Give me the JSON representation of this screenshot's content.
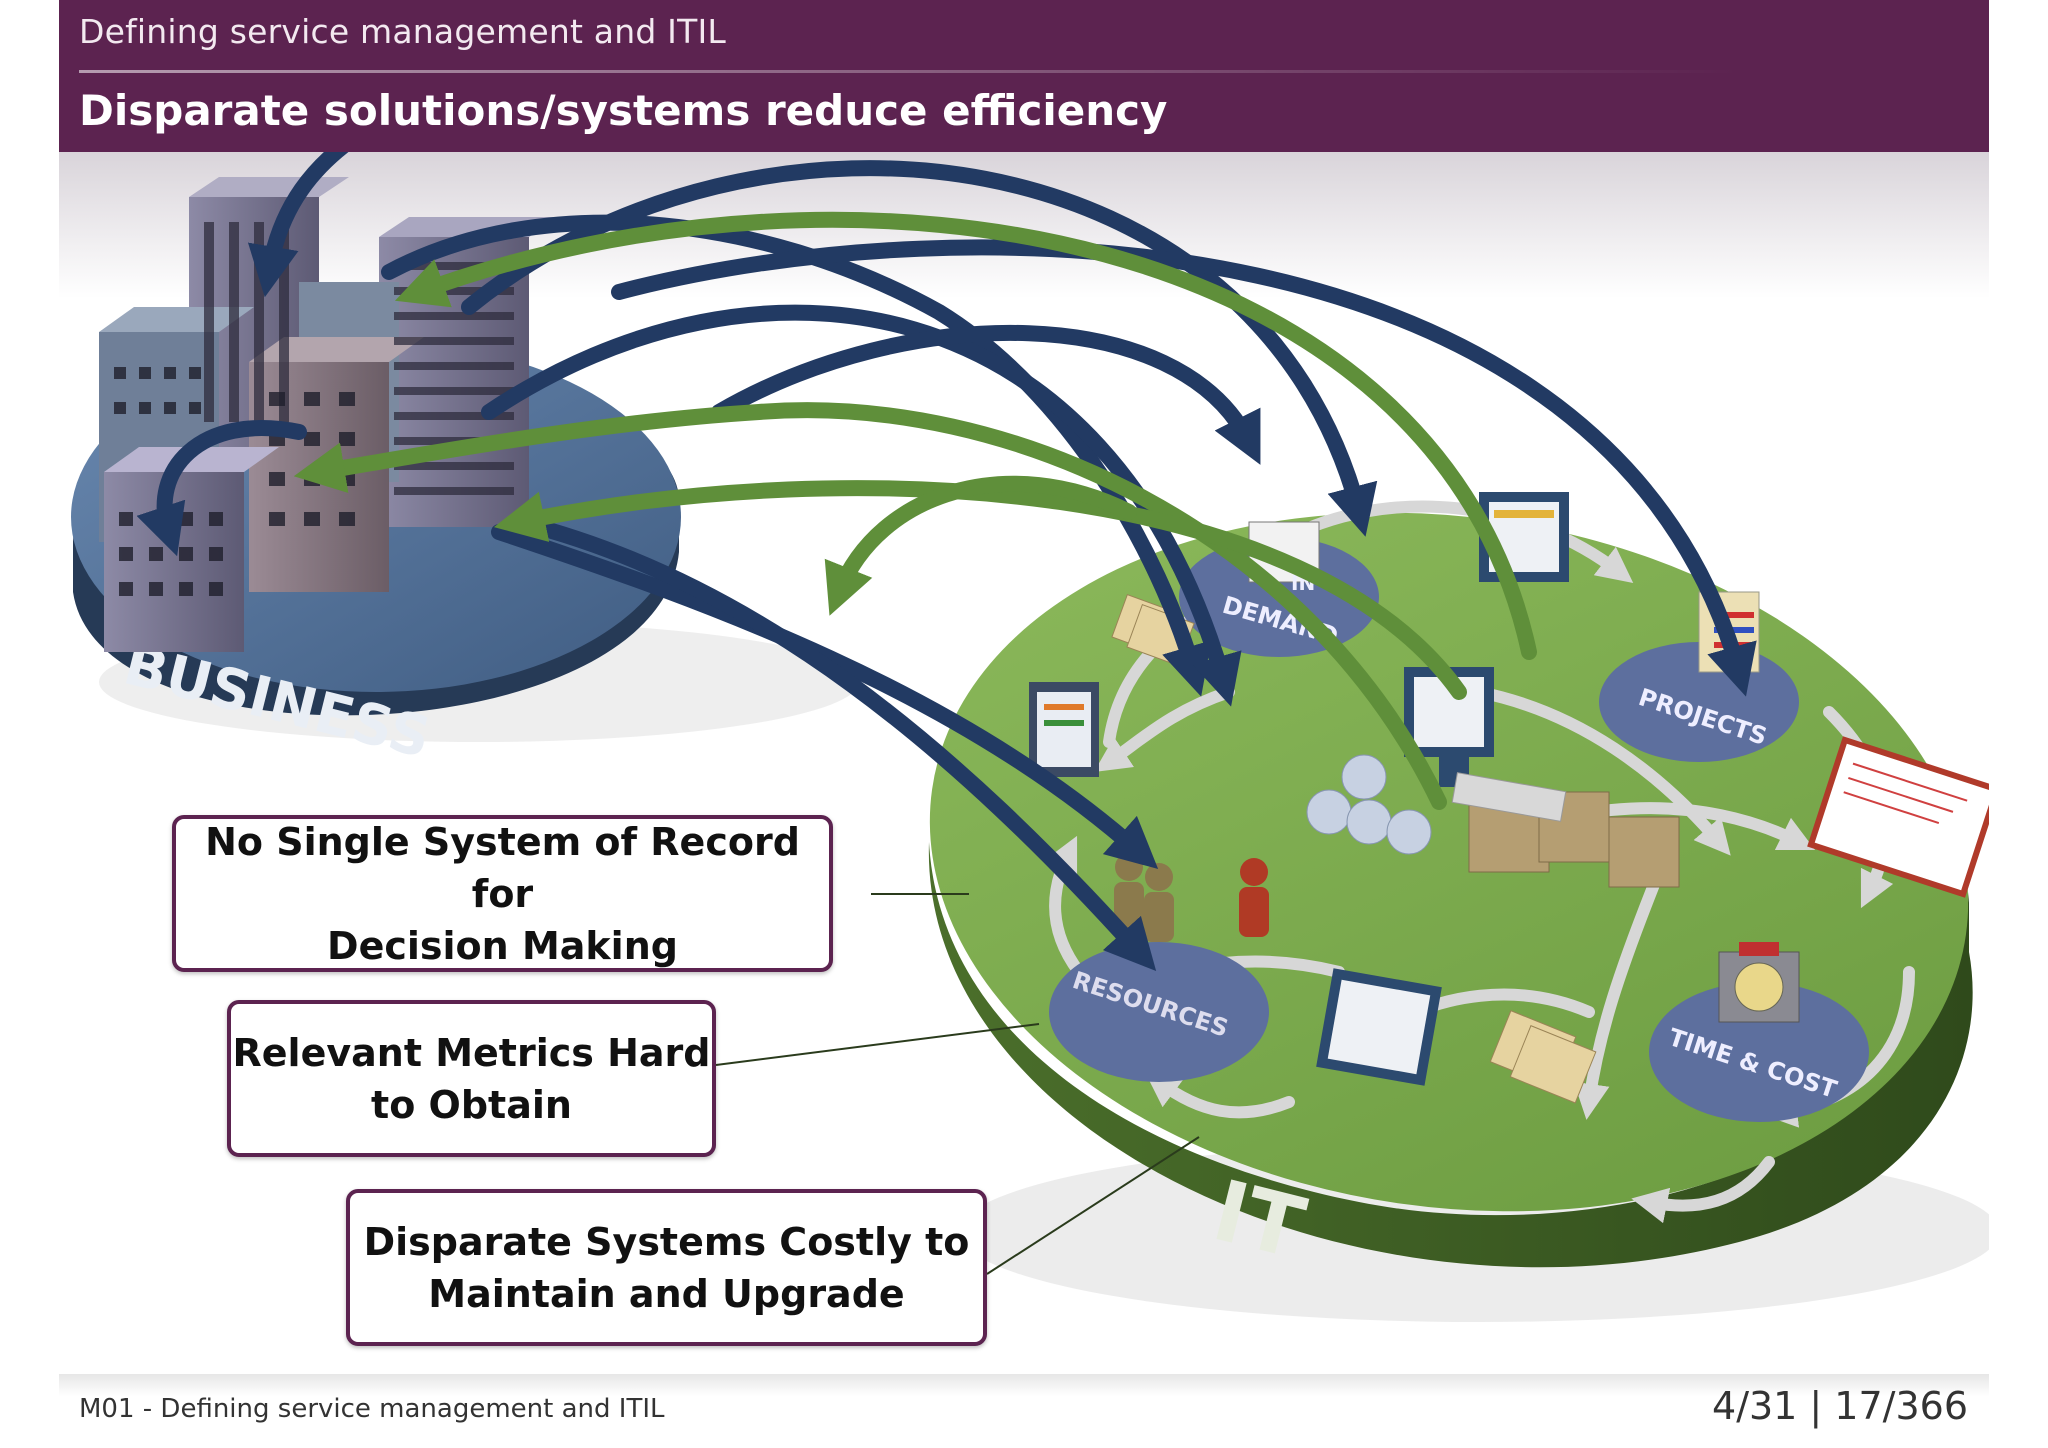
{
  "header": {
    "section_title": "Defining service management and ITIL",
    "page_title": "Disparate solutions/systems reduce efficiency"
  },
  "diagram": {
    "business_label": "BUSINESS",
    "it_label": "IT",
    "nodes": {
      "demand": [
        "IN",
        "DEMAND"
      ],
      "projects": "PROJECTS",
      "resources": "RESOURCES",
      "time_cost": "TIME & COST"
    },
    "colors": {
      "business_platform": "#4d6a8f",
      "it_platform": "#6f9a44",
      "blue_arrow": "#223a63",
      "green_arrow": "#5f8f3a",
      "node_disc": "#5d6f9e",
      "accent": "#5c2350"
    }
  },
  "callouts": [
    {
      "text_line1": "No Single System of Record for",
      "text_line2": "Decision Making"
    },
    {
      "text_line1": "Relevant Metrics Hard",
      "text_line2": "to Obtain"
    },
    {
      "text_line1": "Disparate Systems Costly to",
      "text_line2": "Maintain and Upgrade"
    }
  ],
  "footer": {
    "module": "M01 - Defining service management and ITIL",
    "pagination": "4/31 | 17/366"
  }
}
